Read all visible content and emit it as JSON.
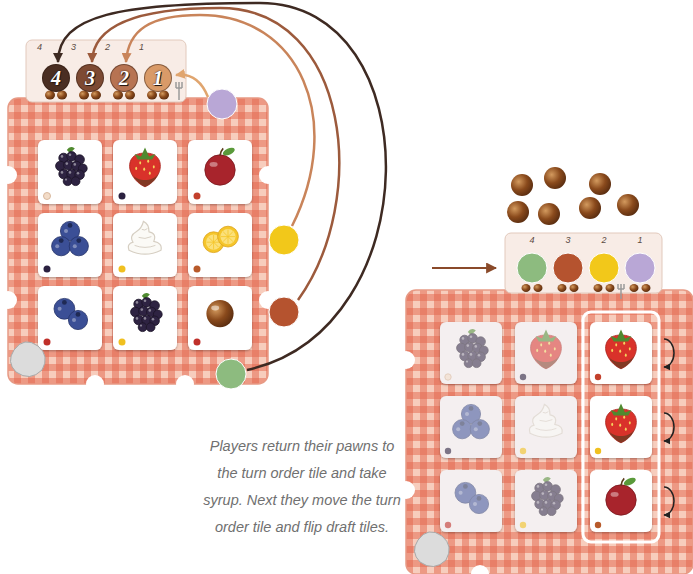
{
  "diagram": {
    "caption": "Players return their pawns to the turn order tile and take syrup. Next they move the turn order tile and flip draft tiles.",
    "nodes": [
      {
        "text": [
          "4",
          "3",
          "2",
          "1"
        ]
      },
      {
        "text": [
          "4"
        ],
        "in": 0
      },
      {
        "text": [
          "3"
        ],
        "in": 0
      },
      {
        "text": [
          "2"
        ],
        "in": 0
      },
      {
        "text": [
          "1"
        ],
        "in": 0
      },
      {
        "text": [
          "4",
          "3",
          "2",
          "1"
        ]
      }
    ]
  }
}
